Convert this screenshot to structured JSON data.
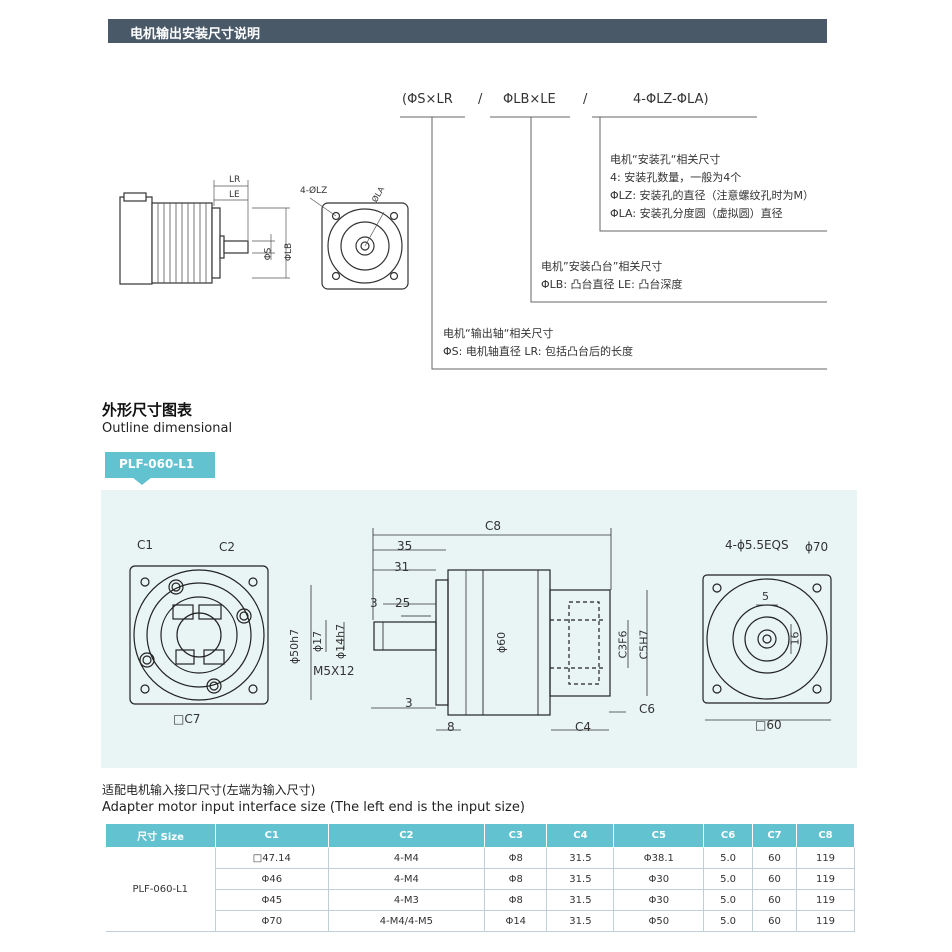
{
  "header": {
    "title": "电机输出安装尺寸说明"
  },
  "formula": {
    "part1": "(ΦS×LR",
    "sep1": "/",
    "part2": "ΦLB×LE",
    "sep2": "/",
    "part3": "4-ΦLZ-ΦLA)"
  },
  "notes": {
    "mount_hole": {
      "title": "电机“安装孔“相关尺寸",
      "line1": "4: 安装孔数量，一般为4个",
      "line2": "ΦLZ: 安装孔的直径（注意螺纹孔时为M）",
      "line3": "ΦLA: 安装孔分度圆（虚拟圆）直径"
    },
    "boss": {
      "title": "电机”安装凸台”相关尺寸",
      "line1": "ΦLB: 凸台直径    LE: 凸台深度"
    },
    "shaft": {
      "title": "电机“输出轴“相关尺寸",
      "line1": "ΦS: 电机轴直径    LR: 包括凸台后的长度"
    }
  },
  "motor_labels": {
    "lr": "LR",
    "le": "LE",
    "s": "ΦS",
    "lb": "ΦLB",
    "lz": "4-ØLZ",
    "la": "ØLA"
  },
  "outline": {
    "title": "外形尺寸图表",
    "subtitle": "Outline dimensional",
    "model_tag": "PLF-060-L1"
  },
  "drawing_labels": {
    "c1": "C1",
    "c2": "C2",
    "c7": "□C7",
    "c8": "C8",
    "d35": "35",
    "d31": "31",
    "d3a": "3",
    "d25": "25",
    "d50": "ϕ50h7",
    "d17": "ϕ17",
    "d14": "ϕ14h7",
    "m5": "M5X12",
    "d60": "ϕ60",
    "d3b": "3",
    "d8": "8",
    "c4": "C4",
    "c6": "C6",
    "c3f6": "C3F6",
    "c5h7": "C5H7",
    "holes": "4-ϕ5.5EQS",
    "d70": "ϕ70",
    "d5": "5",
    "d16": "16",
    "sq60": "□60"
  },
  "adapter": {
    "title": "适配电机输入接口尺寸(左端为输入尺寸)",
    "subtitle": "Adapter motor input interface size (The left end is the input size)"
  },
  "table": {
    "headers": [
      "尺寸 Size",
      "C1",
      "C2",
      "C3",
      "C4",
      "C5",
      "C6",
      "C7",
      "C8"
    ],
    "model": "PLF-060-L1",
    "rows": [
      [
        "□47.14",
        "4-M4",
        "Φ8",
        "31.5",
        "Φ38.1",
        "5.0",
        "60",
        "119"
      ],
      [
        "Φ46",
        "4-M4",
        "Φ8",
        "31.5",
        "Φ30",
        "5.0",
        "60",
        "119"
      ],
      [
        "Φ45",
        "4-M3",
        "Φ8",
        "31.5",
        "Φ30",
        "5.0",
        "60",
        "119"
      ],
      [
        "Φ70",
        "4-M4/4-M5",
        "Φ14",
        "31.5",
        "Φ50",
        "5.0",
        "60",
        "119"
      ]
    ]
  }
}
